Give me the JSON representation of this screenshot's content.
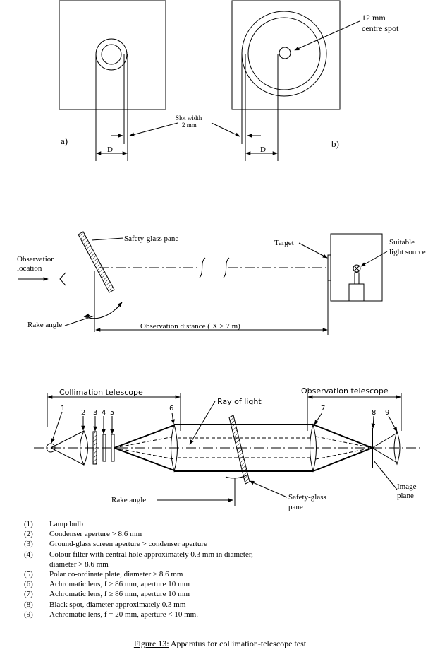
{
  "panel_a": {
    "label": "a)",
    "dim": "D"
  },
  "panel_b": {
    "label": "b)",
    "dim": "D",
    "spot_line1": "12 mm",
    "spot_line2": "centre spot"
  },
  "slot": {
    "line1": "Slot width",
    "line2": "2   mm"
  },
  "rake_setup": {
    "safety_glass": "Safety-glass pane",
    "observation_line1": "Observation",
    "observation_line2": "location",
    "target": "Target",
    "light_line1": "Suitable",
    "light_line2": "light source",
    "rake_angle": "Rake angle",
    "distance": "Observation distance ( X > 7 m)"
  },
  "telescope": {
    "collimation": "Collimation telescope",
    "observation": "Observation telescope",
    "ray": "Ray of light",
    "rake_angle": "Rake angle",
    "glass_line1": "Safety-glass",
    "glass_line2": "pane",
    "image_line1": "Image",
    "image_line2": "plane",
    "numbers": [
      "1",
      "2",
      "3",
      "4",
      "5",
      "6",
      "7",
      "8",
      "9"
    ]
  },
  "legend": [
    {
      "num": "(1)",
      "text": "Lamp bulb"
    },
    {
      "num": "(2)",
      "text": "Condenser aperture > 8.6 mm"
    },
    {
      "num": "(3)",
      "text": "Ground-glass screen aperture > condenser aperture"
    },
    {
      "num": "(4)",
      "text": "Colour filter with central hole approximately 0.3 mm in diameter,",
      "cont": "diameter > 8.6 mm"
    },
    {
      "num": "(5)",
      "text": "Polar co-ordinate plate, diameter > 8.6 mm"
    },
    {
      "num": "(6)",
      "text": "Achromatic lens, f ≥ 86 mm, aperture 10 mm"
    },
    {
      "num": "(7)",
      "text": "Achromatic lens, f ≥ 86 mm, aperture 10 mm"
    },
    {
      "num": "(8)",
      "text": "Black spot, diameter approximately 0.3 mm"
    },
    {
      "num": "(9)",
      "text": "Achromatic lens, f = 20 mm, aperture < 10 mm."
    }
  ],
  "caption": {
    "label": "Figure 13:",
    "text": " Apparatus for collimation-telescope test"
  }
}
